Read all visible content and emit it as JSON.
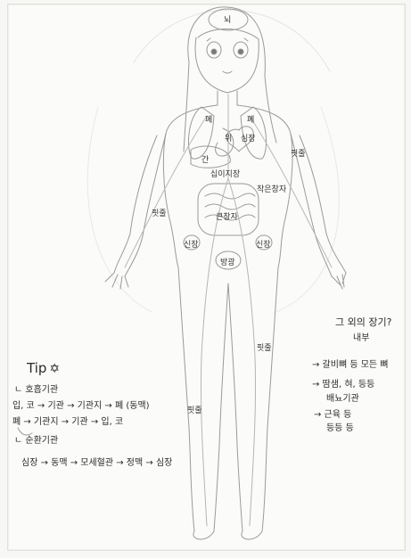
{
  "labels": {
    "brain": "뇌",
    "lung_left": "폐",
    "lung_right": "폐",
    "heart": "심장",
    "stomach": "위",
    "liver": "간",
    "pancreas": "십이지장",
    "small_intestine_note": "작은창자",
    "large_intestine": "큰창자",
    "kidney_left": "신장",
    "kidney_right": "신장",
    "bladder": "방광",
    "vessel_arm_left": "핏줄",
    "vessel_arm_right": "핏줄",
    "vessel_leg_left": "핏줄",
    "vessel_leg_right": "핏줄"
  },
  "tip": {
    "title": "Tip",
    "star": "✡",
    "lines": [
      "ㄴ 호흡기관",
      "입, 코 → 기관 → 기관지 → 폐 (동맥)",
      "폐 → 기관지 → 기관 → 입, 코",
      "ㄴ 순환기관",
      "심장 → 동맥 → 모세혈관 → 정맥 → 심장"
    ]
  },
  "right_notes": {
    "question": "그 외의 장기?",
    "answer": "내부",
    "items": [
      "→ 갈비뼈 등 모든 뼈",
      "→ 땀샘, 혀, 등등",
      "배뇨기관",
      "→ 근육 등",
      "등등 등"
    ]
  }
}
